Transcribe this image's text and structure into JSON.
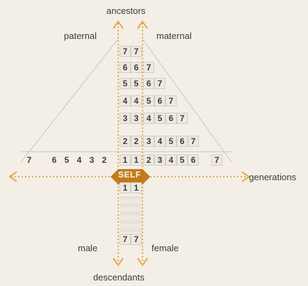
{
  "labels": {
    "top": "ancestors",
    "bottom": "descendants",
    "right": "generations",
    "top_left": "paternal",
    "top_right": "maternal",
    "bottom_left": "male",
    "bottom_right": "female",
    "center": "SELF"
  },
  "rows": {
    "r7": {
      "left": [
        "7"
      ],
      "right": [
        "7"
      ]
    },
    "r6": {
      "left": [
        "6"
      ],
      "right": [
        "6",
        "7"
      ]
    },
    "r5": {
      "left": [
        "5"
      ],
      "right": [
        "5",
        "6",
        "7"
      ]
    },
    "r4": {
      "left": [
        "4"
      ],
      "right": [
        "4",
        "5",
        "6",
        "7"
      ]
    },
    "r3": {
      "left": [
        "3"
      ],
      "right": [
        "3",
        "4",
        "5",
        "6",
        "7"
      ]
    },
    "r2": {
      "left": [
        "2"
      ],
      "right": [
        "2",
        "3",
        "4",
        "5",
        "6",
        "7"
      ]
    },
    "r1": {
      "left": [
        "7",
        "6",
        "5",
        "4",
        "3",
        "2",
        "1"
      ],
      "right": [
        "1",
        "2",
        "3",
        "4",
        "5",
        "6",
        "7"
      ]
    }
  },
  "descendant_rows": {
    "d1": {
      "left": "1",
      "right": "1"
    },
    "d7": {
      "left": "7",
      "right": "7"
    }
  },
  "colors": {
    "background": "#f3efe6",
    "arrow": "#e8a948",
    "self_marker": "#c47a17",
    "text": "#3d3d3d"
  }
}
